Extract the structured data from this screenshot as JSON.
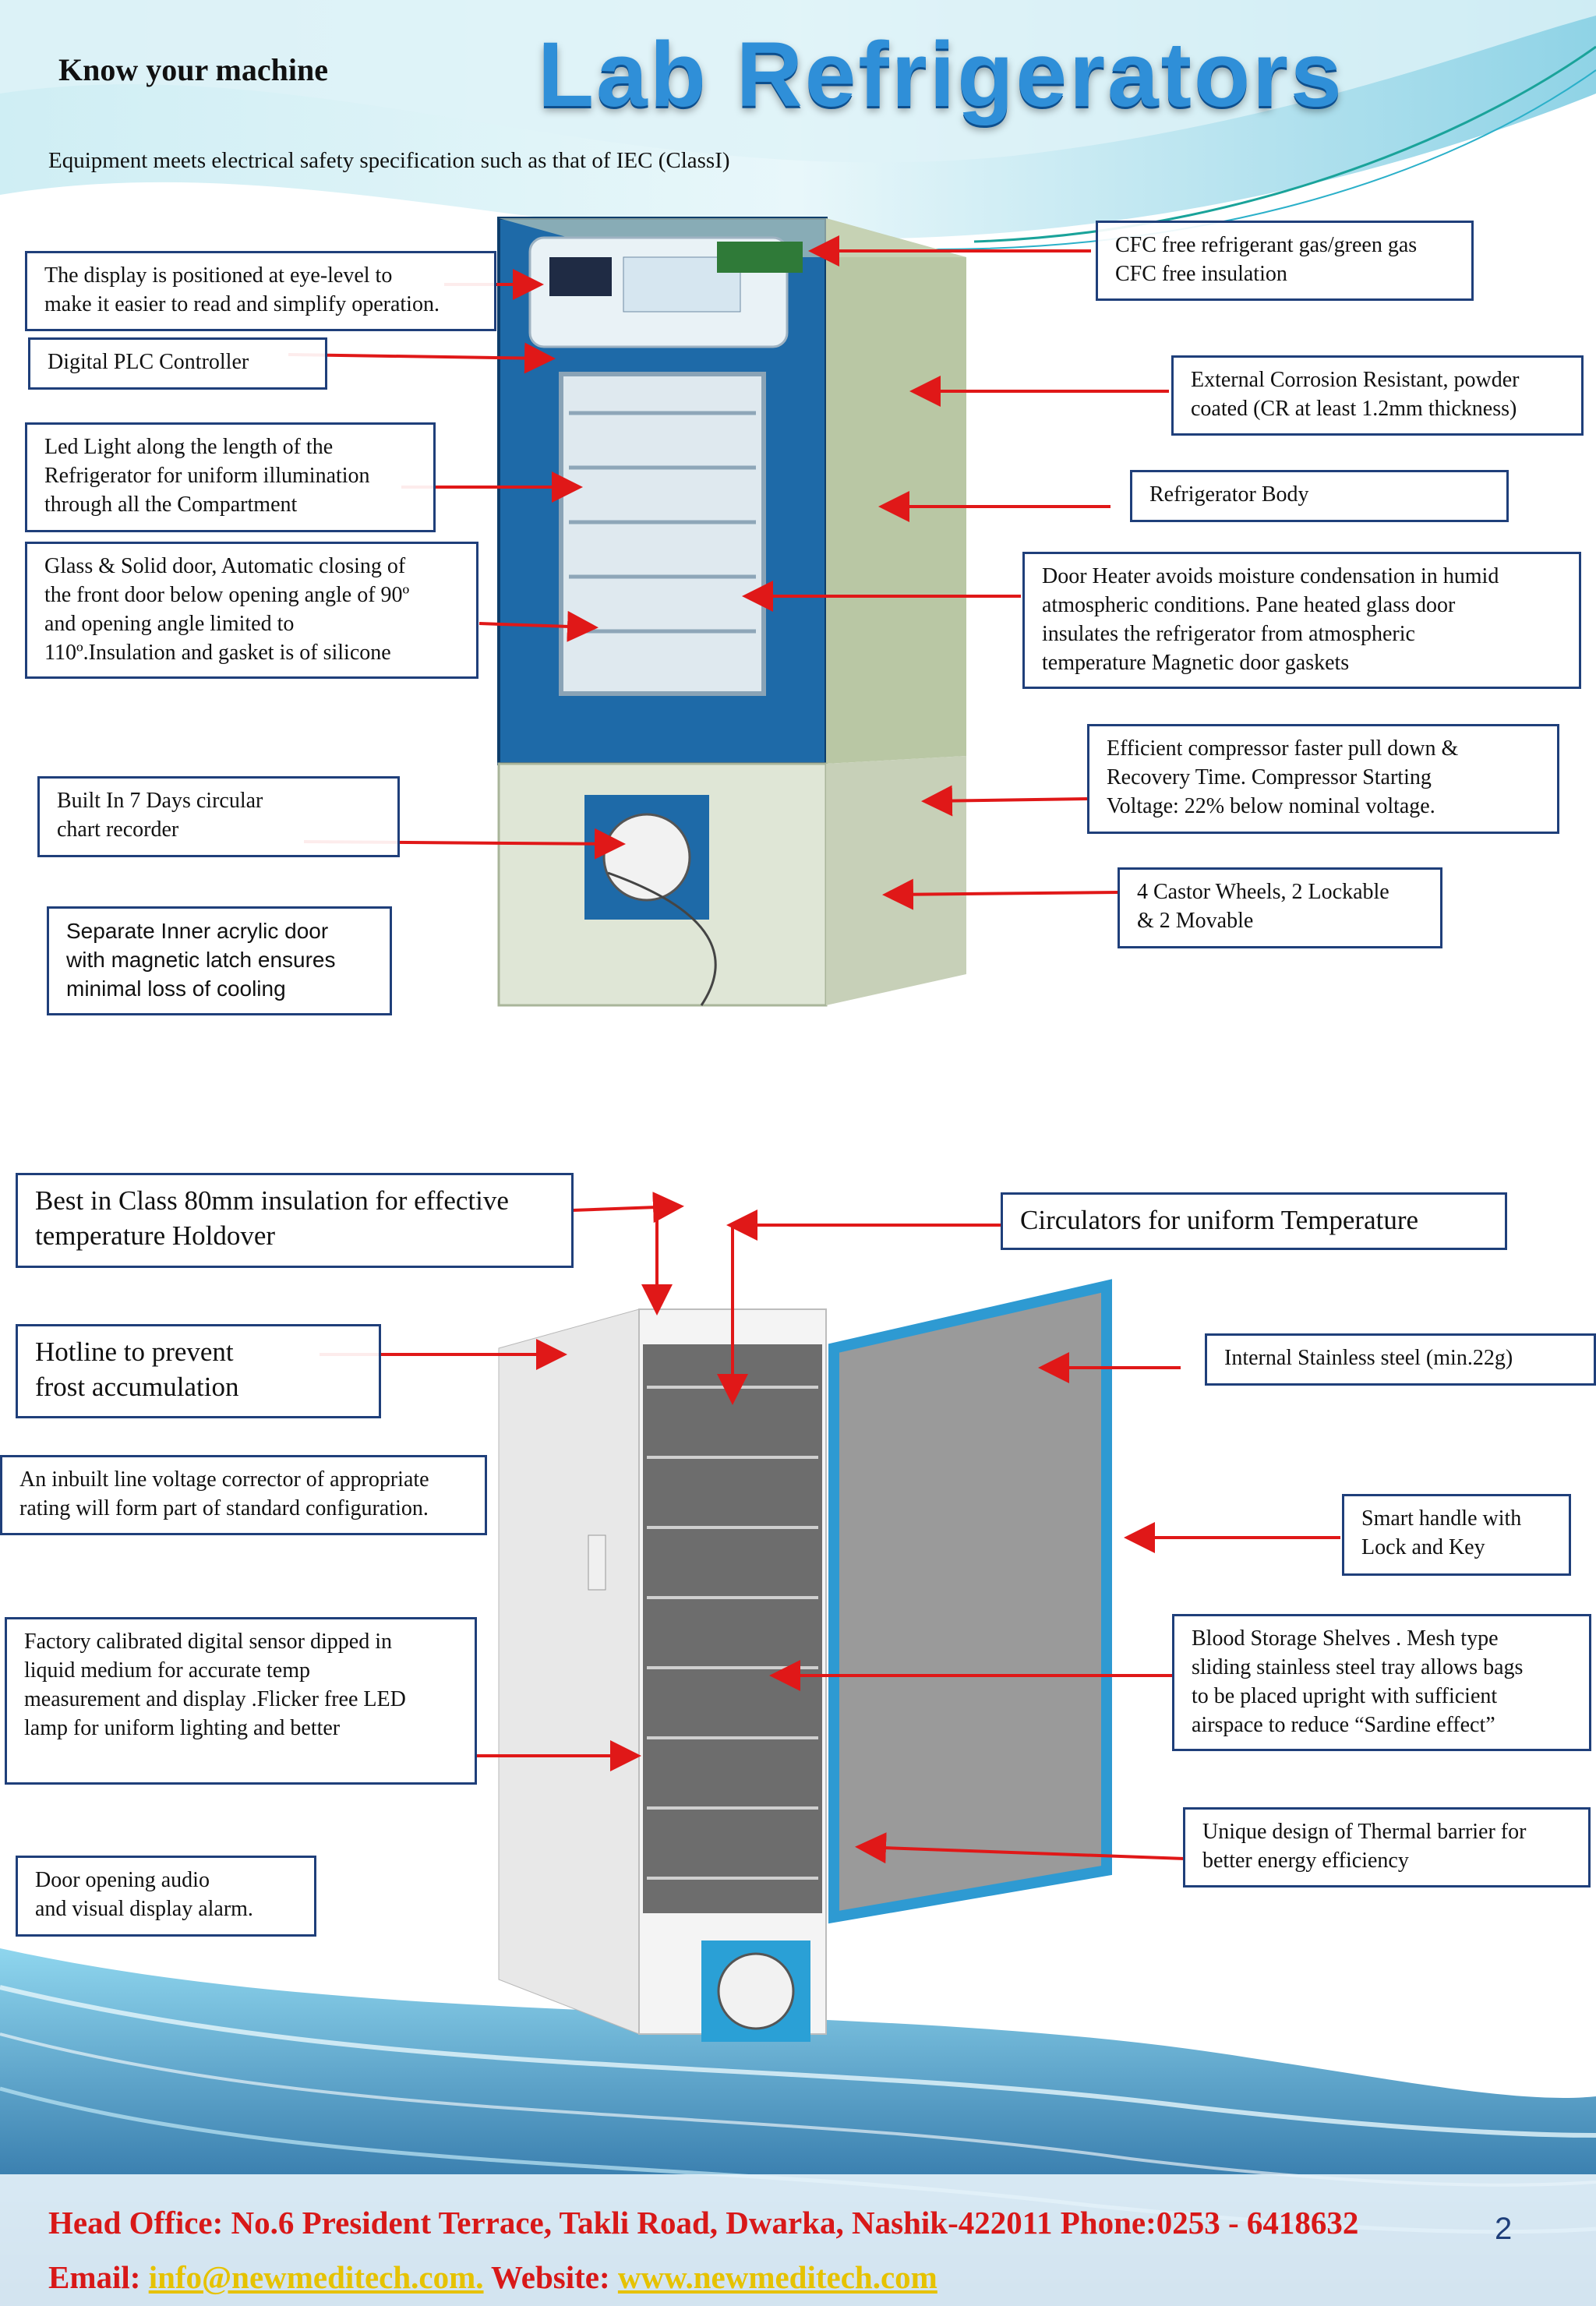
{
  "header": {
    "section_title": "Know your machine",
    "title": "Lab Refrigerators",
    "subtitle": "Equipment meets electrical safety specification such as that of IEC (ClassI)"
  },
  "machine1": {
    "callouts": [
      "The display is positioned at eye-level to\nmake it easier to read and simplify operation.",
      "Digital PLC Controller",
      "Led Light along the length of the\nRefrigerator for uniform illumination\nthrough all the Compartment",
      "Glass & Solid door, Automatic closing of\nthe front door below opening angle of 90º\nand opening angle limited to\n110º.Insulation and gasket is of silicone",
      "Built In 7 Days circular\nchart recorder",
      "Separate Inner acrylic door\nwith magnetic latch ensures\nminimal loss of cooling",
      "CFC free refrigerant gas/green gas\nCFC free insulation",
      "External Corrosion Resistant, powder\ncoated (CR at least 1.2mm thickness)",
      "Refrigerator Body",
      "Door Heater avoids moisture condensation in humid\natmospheric conditions. Pane heated glass door\ninsulates the refrigerator from atmospheric\ntemperature Magnetic door gaskets",
      "Efficient compressor faster pull down &\nRecovery Time. Compressor Starting\nVoltage: 22% below nominal voltage.",
      "4 Castor Wheels, 2 Lockable\n& 2 Movable"
    ]
  },
  "machine2": {
    "callouts": [
      "Best in Class 80mm insulation for effective\ntemperature Holdover",
      "Circulators for  uniform Temperature",
      "Hotline to prevent\n frost accumulation",
      "An inbuilt line voltage corrector of appropriate\nrating will form part of standard configuration.",
      "Factory calibrated digital sensor dipped in\nliquid medium for accurate temp\nmeasurement and display .Flicker free  LED\nlamp for uniform lighting and better",
      "Door opening audio\nand visual display alarm.",
      "Internal Stainless steel (min.22g)",
      "Smart handle with\n Lock and Key",
      "Blood Storage Shelves . Mesh type\nsliding stainless steel tray allows bags\nto be placed upright with sufficient\nairspace to reduce “Sardine effect”",
      "Unique design of Thermal barrier for\nbetter energy efficiency"
    ]
  },
  "footer": {
    "line1": "Head Office: No.6 President Terrace, Takli Road, Dwarka, Nashik-422011 Phone:0253 - 6418632",
    "email_label": "Email: ",
    "email": "info@newmeditech.com.",
    "website_label": " Website:  ",
    "website": "www.newmeditech.com",
    "page_number": "2"
  },
  "colors": {
    "box_border": "#1f3f7a",
    "arrow": "#e01818",
    "title": "#2f8fd8",
    "footer_text": "#d81818",
    "footer_link": "#e6c200"
  }
}
